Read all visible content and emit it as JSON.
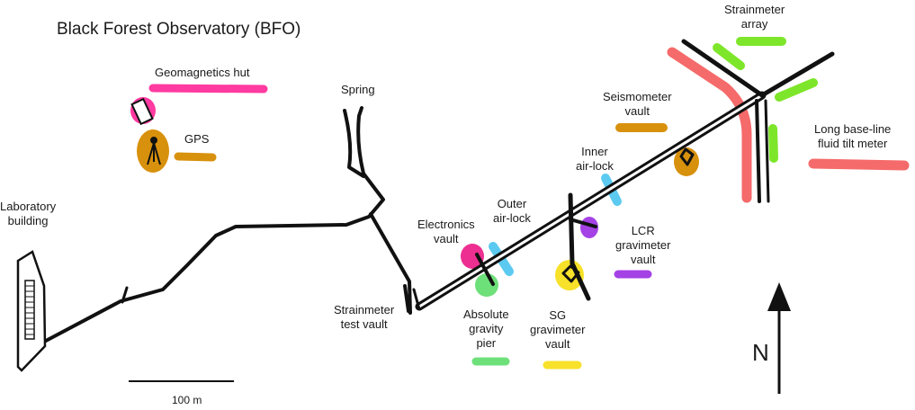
{
  "title": "Black Forest Observatory (BFO)",
  "scale_label": "100 m",
  "north_label": "N",
  "labels": {
    "strainmeter_array": [
      "Strainmeter",
      "array"
    ],
    "geomagnetics_hut": [
      "Geomagnetics hut"
    ],
    "spring": [
      "Spring"
    ],
    "seismometer_vault": [
      "Seismometer",
      "vault"
    ],
    "gps": [
      "GPS"
    ],
    "long_baseline": [
      "Long base-line",
      "fluid tilt meter"
    ],
    "inner_airlock": [
      "Inner",
      "air-lock"
    ],
    "laboratory_building": [
      "Laboratory",
      "building"
    ],
    "outer_airlock": [
      "Outer",
      "air-lock"
    ],
    "electronics_vault": [
      "Electronics",
      "vault"
    ],
    "lcr_vault": [
      "LCR",
      "gravimeter",
      "vault"
    ],
    "strainmeter_test_vault": [
      "Strainmeter",
      "test vault"
    ],
    "absolute_gravity_pier": [
      "Absolute",
      "gravity",
      "pier"
    ],
    "sg_vault": [
      "SG",
      "gravimeter",
      "vault"
    ]
  },
  "colors": {
    "tunnel": "#111111",
    "geomagnetics": "#ff3aa0",
    "gps": "#d8910d",
    "seismometer": "#d8910d",
    "strainmeter": "#7ee62a",
    "tiltmeter": "#f56a6a",
    "airlock": "#5ccaf0",
    "electronics": "#ec2f90",
    "lcr": "#a442e6",
    "absolute_gravity": "#6ee07a",
    "sg": "#f7e12a"
  }
}
